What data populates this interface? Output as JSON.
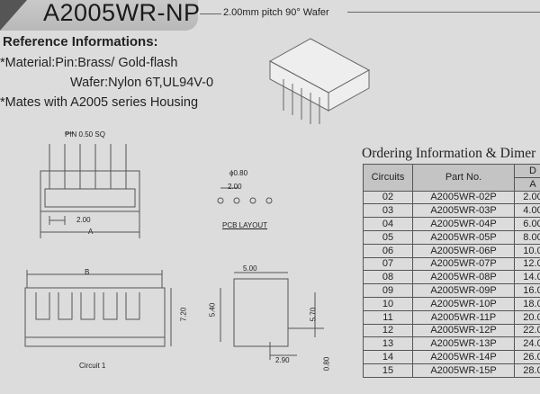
{
  "header": {
    "title": "A2005WR-NP",
    "subtitle": "2.00mm pitch 90°  Wafer"
  },
  "reference": {
    "heading": "Reference Informations:",
    "material": "*Material:Pin:Brass/ Gold-flash",
    "wafer": "Wafer:Nylon 6T,UL94V-0",
    "mates": "*Mates with A2005 series Housing"
  },
  "drawings": {
    "pin": "PIN 0.50 SQ",
    "pitch": "2.00",
    "dim_a": "A",
    "hole": "ϕ0.80",
    "pcb_pitch": "2.00",
    "pcb_layout": "PCB LAYOUT",
    "dim_b": "B",
    "height": "7.20",
    "circuit1": "Circuit 1",
    "side_w": "5.00",
    "side_h1": "5.40",
    "side_h2": "5.70",
    "side_d": "2.90",
    "side_t": "0.80"
  },
  "table": {
    "title": "Ordering Information & Dimer",
    "headers": {
      "circuits": "Circuits",
      "part": "Part No.",
      "dim": "D",
      "a": "A"
    },
    "rows": [
      [
        "02",
        "A2005WR-02P",
        "2.00"
      ],
      [
        "03",
        "A2005WR-03P",
        "4.00"
      ],
      [
        "04",
        "A2005WR-04P",
        "6.00"
      ],
      [
        "05",
        "A2005WR-05P",
        "8.00"
      ],
      [
        "06",
        "A2005WR-06P",
        "10.0"
      ],
      [
        "07",
        "A2005WR-07P",
        "12.0"
      ],
      [
        "08",
        "A2005WR-08P",
        "14.0"
      ],
      [
        "09",
        "A2005WR-09P",
        "16.0"
      ],
      [
        "10",
        "A2005WR-10P",
        "18.0"
      ],
      [
        "11",
        "A2005WR-11P",
        "20.0"
      ],
      [
        "12",
        "A2005WR-12P",
        "22.0"
      ],
      [
        "13",
        "A2005WR-13P",
        "24.0"
      ],
      [
        "14",
        "A2005WR-14P",
        "26.0"
      ],
      [
        "15",
        "A2005WR-15P",
        "28.0"
      ]
    ]
  }
}
